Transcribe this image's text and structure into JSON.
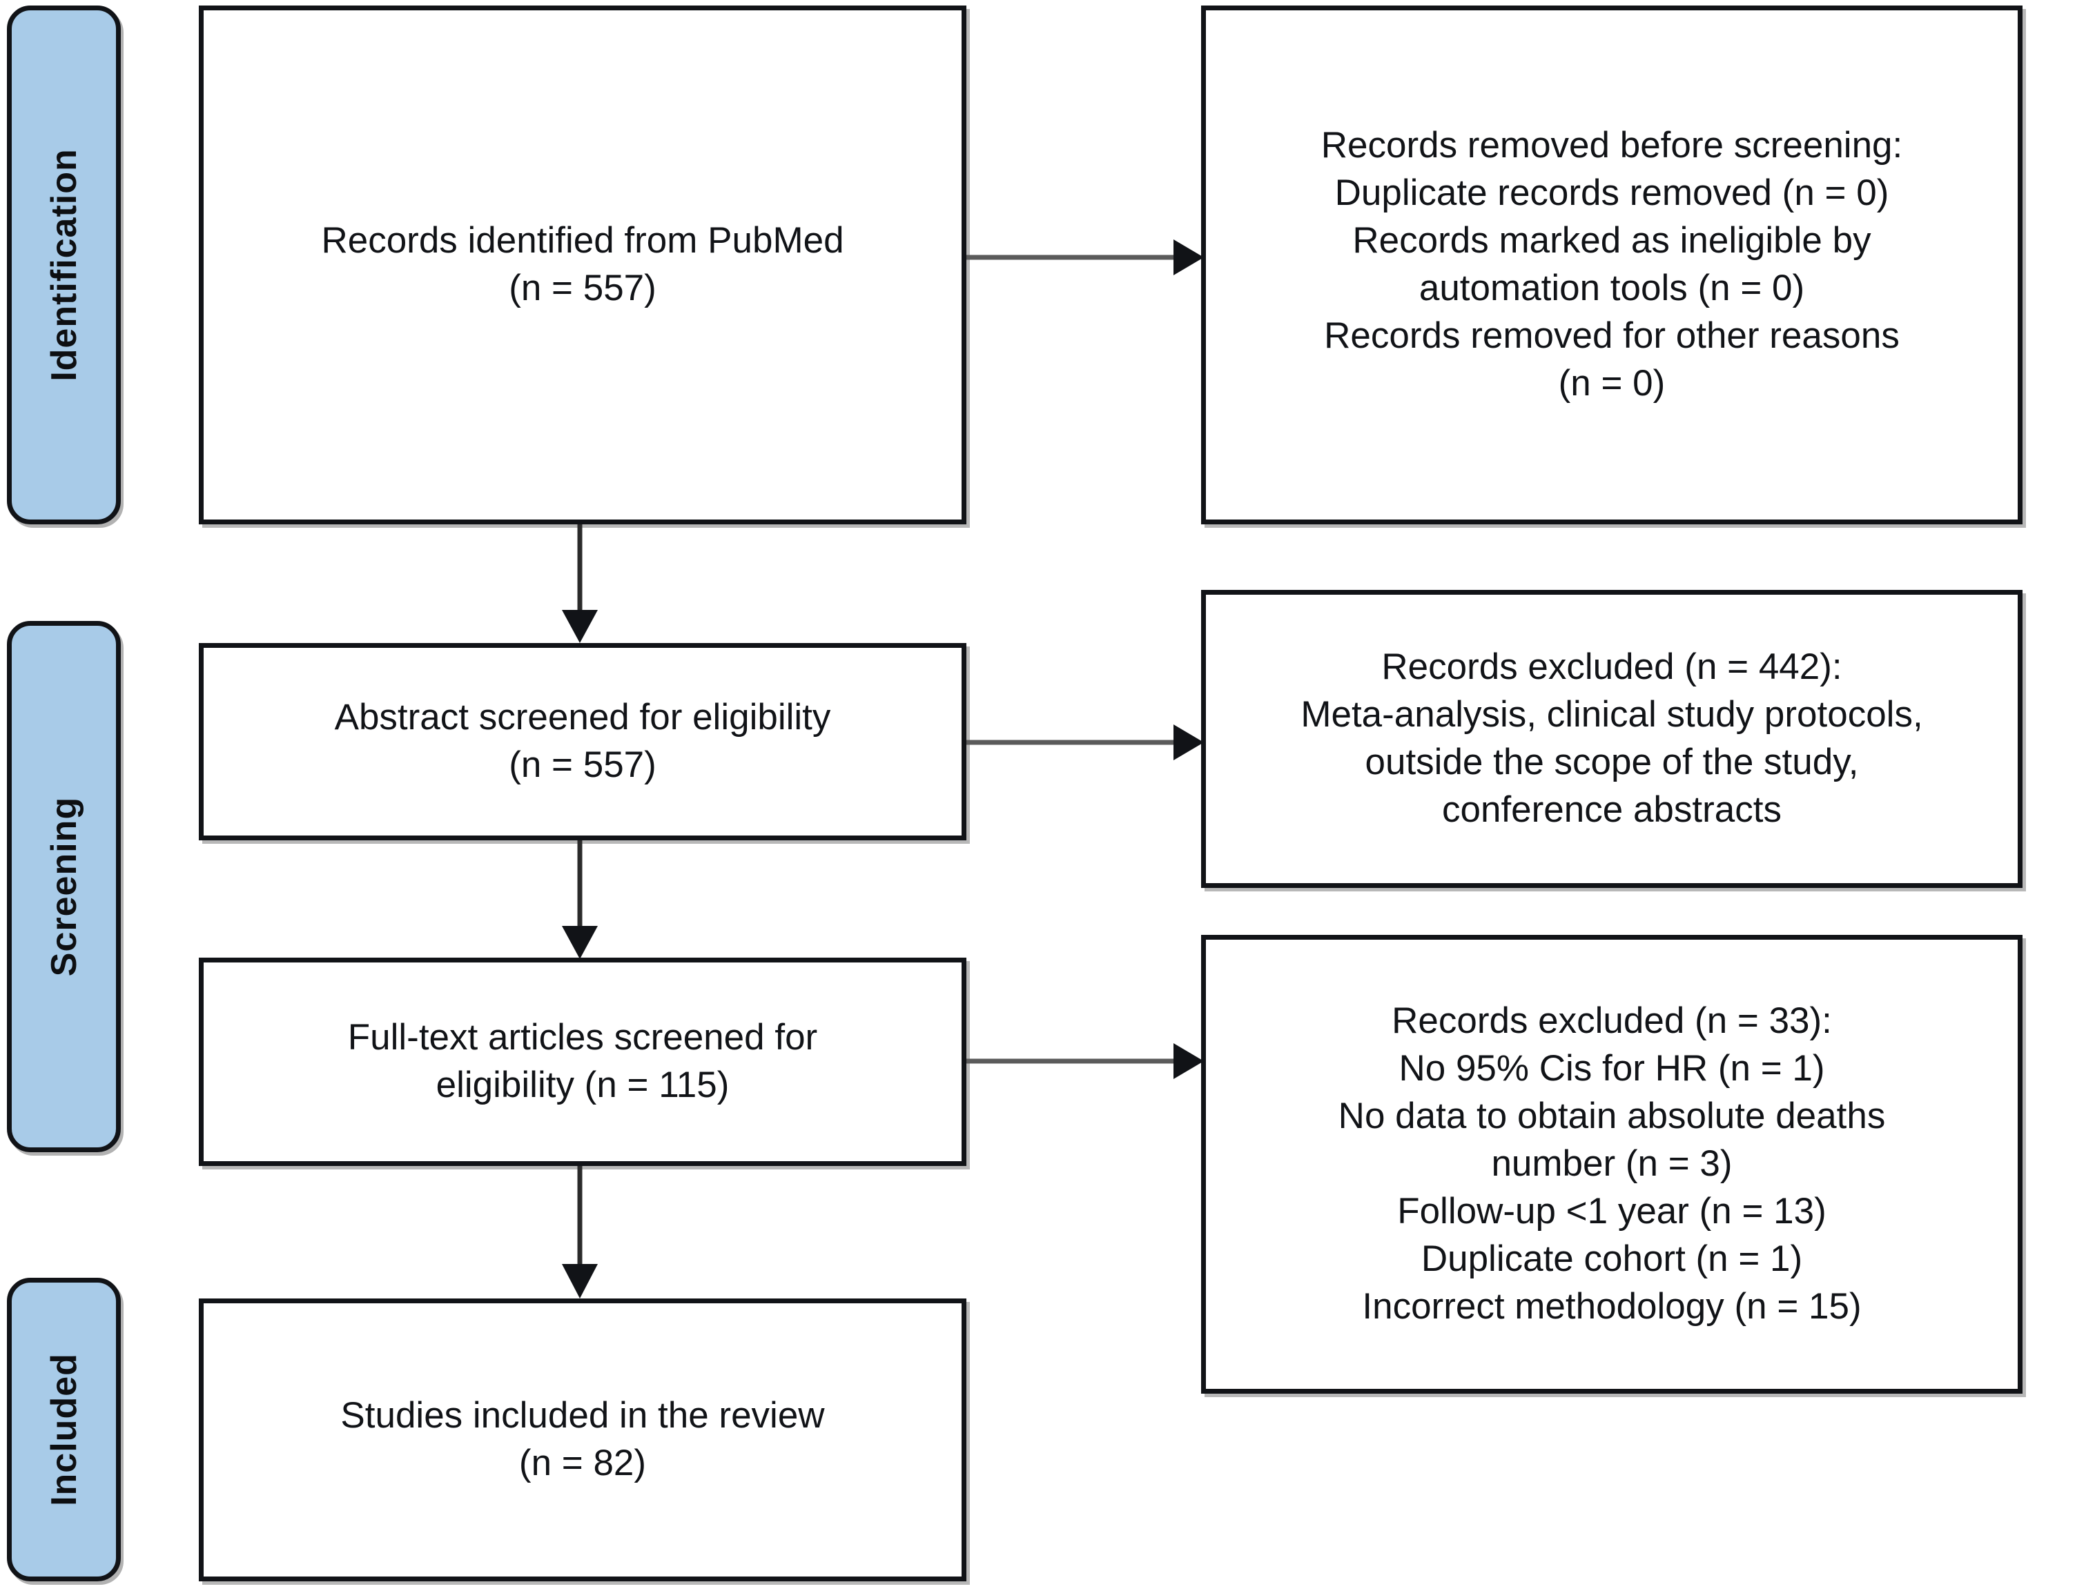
{
  "diagram": {
    "title": "PRISMA 2020 flow diagram",
    "accent_color": "#a8cbe8",
    "line_color": "#111317"
  },
  "stages": [
    {
      "id": "identification",
      "label": "Identification"
    },
    {
      "id": "screening",
      "label": "Screening"
    },
    {
      "id": "included",
      "label": "Included"
    }
  ],
  "boxes": {
    "identified": {
      "text": "Records identified from PubMed\n(n = 557)"
    },
    "removed_before_screening": {
      "text": "Records removed before screening:\nDuplicate records removed (n = 0)\nRecords marked as ineligible by\nautomation tools (n = 0)\nRecords removed for other reasons\n(n = 0)"
    },
    "abstract_screened": {
      "text": "Abstract screened for eligibility\n(n = 557)"
    },
    "records_excluded_abstract": {
      "text": "Records excluded (n = 442):\nMeta-analysis, clinical study protocols,\noutside the scope of the study,\nconference abstracts"
    },
    "fulltext_screened": {
      "text": "Full-text articles screened for\neligibility (n = 115)"
    },
    "records_excluded_fulltext": {
      "text": "Records excluded (n = 33):\nNo 95% Cis for HR (n = 1)\nNo data to obtain absolute deaths\nnumber (n = 3)\nFollow-up <1 year (n = 13)\nDuplicate cohort (n = 1)\nIncorrect methodology (n = 15)"
    },
    "studies_included": {
      "text": "Studies included in the review\n(n = 82)"
    }
  },
  "chart_data": {
    "type": "diagram",
    "title": "PRISMA 2020 flow diagram",
    "nodes": [
      {
        "id": "identified",
        "stage": "Identification",
        "column": "left",
        "label": "Records identified from PubMed",
        "n": 557
      },
      {
        "id": "removed_before_screening",
        "stage": "Identification",
        "column": "right",
        "label": "Records removed before screening",
        "items": [
          {
            "label": "Duplicate records removed",
            "n": 0
          },
          {
            "label": "Records marked as ineligible by automation tools",
            "n": 0
          },
          {
            "label": "Records removed for other reasons",
            "n": 0
          }
        ]
      },
      {
        "id": "abstract_screened",
        "stage": "Screening",
        "column": "left",
        "label": "Abstract screened for eligibility",
        "n": 557
      },
      {
        "id": "records_excluded_abstract",
        "stage": "Screening",
        "column": "right",
        "label": "Records excluded",
        "n": 442,
        "reasons": [
          "Meta-analysis",
          "clinical study protocols",
          "outside the scope of the study",
          "conference abstracts"
        ]
      },
      {
        "id": "fulltext_screened",
        "stage": "Screening",
        "column": "left",
        "label": "Full-text articles screened for eligibility",
        "n": 115
      },
      {
        "id": "records_excluded_fulltext",
        "stage": "Screening",
        "column": "right",
        "label": "Records excluded",
        "n": 33,
        "items": [
          {
            "label": "No 95% Cis for HR",
            "n": 1
          },
          {
            "label": "No data to obtain absolute deaths number",
            "n": 3
          },
          {
            "label": "Follow-up <1 year",
            "n": 13
          },
          {
            "label": "Duplicate cohort",
            "n": 1
          },
          {
            "label": "Incorrect methodology",
            "n": 15
          }
        ]
      },
      {
        "id": "studies_included",
        "stage": "Included",
        "column": "left",
        "label": "Studies included in the review",
        "n": 82
      }
    ],
    "edges": [
      {
        "from": "identified",
        "to": "removed_before_screening",
        "direction": "right"
      },
      {
        "from": "identified",
        "to": "abstract_screened",
        "direction": "down"
      },
      {
        "from": "abstract_screened",
        "to": "records_excluded_abstract",
        "direction": "right"
      },
      {
        "from": "abstract_screened",
        "to": "fulltext_screened",
        "direction": "down"
      },
      {
        "from": "fulltext_screened",
        "to": "records_excluded_fulltext",
        "direction": "right"
      },
      {
        "from": "fulltext_screened",
        "to": "studies_included",
        "direction": "down"
      }
    ]
  }
}
